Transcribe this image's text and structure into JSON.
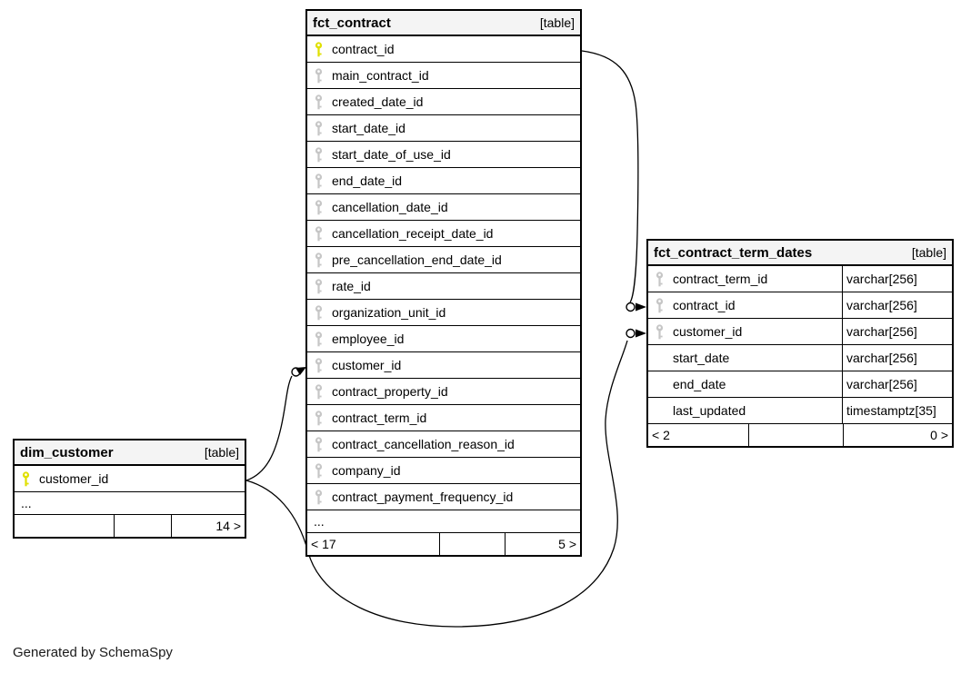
{
  "footer_note": "Generated by SchemaSpy",
  "colors": {
    "primary_key": "#e0e000",
    "foreign_key": "#c6c6c6",
    "header_bg": "#f4f4f4",
    "border": "#000000",
    "line": "#000000"
  },
  "tables": [
    {
      "id": "fct_contract",
      "name": "fct_contract",
      "tag": "[table]",
      "columns": [
        {
          "name": "contract_id",
          "key": "pk"
        },
        {
          "name": "main_contract_id",
          "key": "fk"
        },
        {
          "name": "created_date_id",
          "key": "fk"
        },
        {
          "name": "start_date_id",
          "key": "fk"
        },
        {
          "name": "start_date_of_use_id",
          "key": "fk"
        },
        {
          "name": "end_date_id",
          "key": "fk"
        },
        {
          "name": "cancellation_date_id",
          "key": "fk"
        },
        {
          "name": "cancellation_receipt_date_id",
          "key": "fk"
        },
        {
          "name": "pre_cancellation_end_date_id",
          "key": "fk"
        },
        {
          "name": "rate_id",
          "key": "fk"
        },
        {
          "name": "organization_unit_id",
          "key": "fk"
        },
        {
          "name": "employee_id",
          "key": "fk"
        },
        {
          "name": "customer_id",
          "key": "fk"
        },
        {
          "name": "contract_property_id",
          "key": "fk"
        },
        {
          "name": "contract_term_id",
          "key": "fk"
        },
        {
          "name": "contract_cancellation_reason_id",
          "key": "fk"
        },
        {
          "name": "company_id",
          "key": "fk"
        },
        {
          "name": "contract_payment_frequency_id",
          "key": "fk"
        }
      ],
      "ellipsis": "...",
      "footer": {
        "left": "< 17",
        "middle": "",
        "right": "5 >"
      }
    },
    {
      "id": "dim_customer",
      "name": "dim_customer",
      "tag": "[table]",
      "columns": [
        {
          "name": "customer_id",
          "key": "pk"
        }
      ],
      "ellipsis": "...",
      "footer": {
        "left": "",
        "middle": "",
        "right": "14 >"
      }
    },
    {
      "id": "fct_contract_term_dates",
      "name": "fct_contract_term_dates",
      "tag": "[table]",
      "columns": [
        {
          "name": "contract_term_id",
          "key": "fk",
          "type": "varchar[256]"
        },
        {
          "name": "contract_id",
          "key": "fk",
          "type": "varchar[256]"
        },
        {
          "name": "customer_id",
          "key": "fk",
          "type": "varchar[256]"
        },
        {
          "name": "start_date",
          "key": "",
          "type": "varchar[256]"
        },
        {
          "name": "end_date",
          "key": "",
          "type": "varchar[256]"
        },
        {
          "name": "last_updated",
          "key": "",
          "type": "timestamptz[35]"
        }
      ],
      "footer": {
        "left": "< 2",
        "middle": "",
        "right": "0 >"
      }
    }
  ],
  "relationships": [
    {
      "parent": "fct_contract.contract_id",
      "child": "fct_contract_term_dates.contract_id"
    },
    {
      "parent": "dim_customer.customer_id",
      "child": "fct_contract.customer_id"
    },
    {
      "parent": "dim_customer.customer_id",
      "child": "fct_contract_term_dates.customer_id"
    }
  ]
}
